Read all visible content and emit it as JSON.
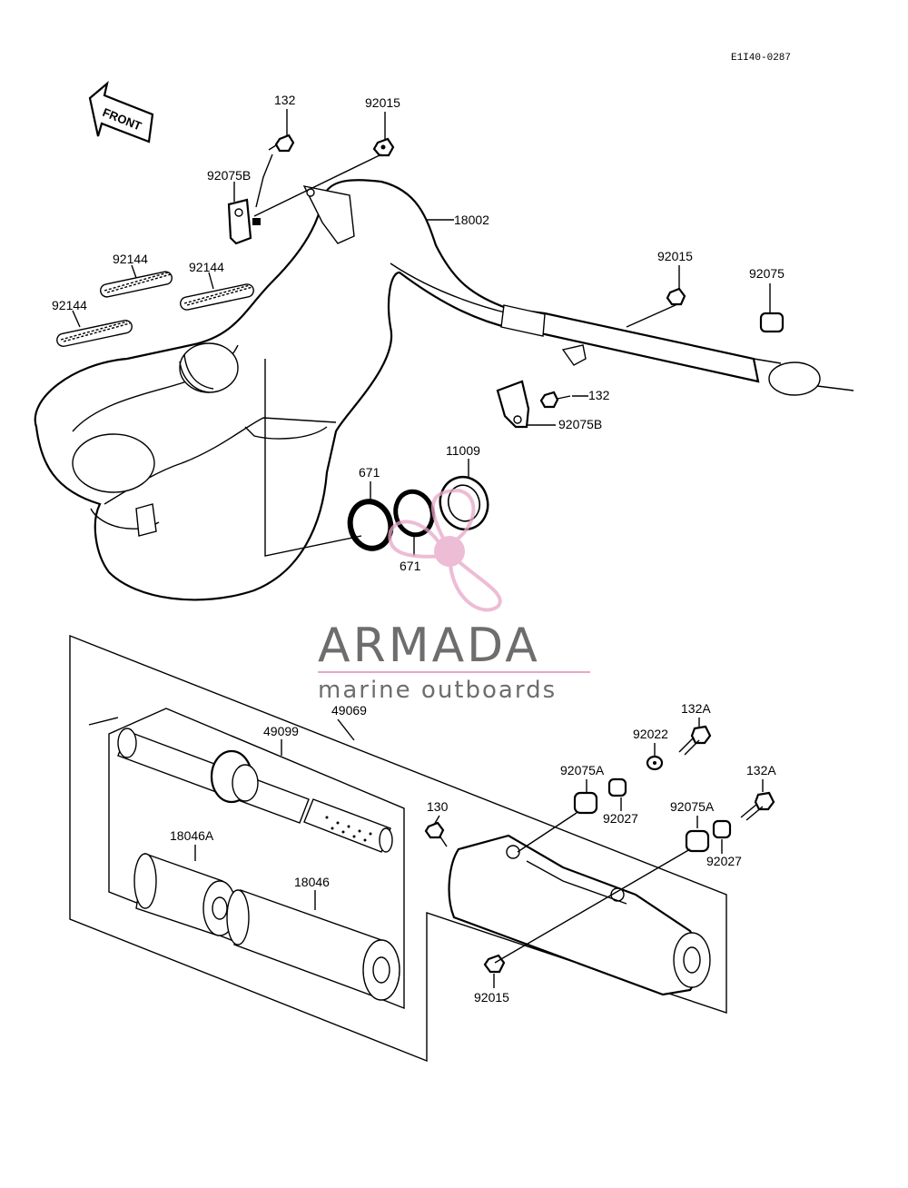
{
  "diagram": {
    "code": "E1I40-0287",
    "front_label": "FRONT",
    "parts": {
      "p132_top": "132",
      "p92015_top": "92015",
      "p92075B_top": "92075B",
      "p18002": "18002",
      "p92144_a": "92144",
      "p92144_b": "92144",
      "p92144_c": "92144",
      "p92015_right": "92015",
      "p92075_right": "92075",
      "p132_mid": "132",
      "p92075B_mid": "92075B",
      "p671_a": "671",
      "p671_b": "671",
      "p11009": "11009",
      "p49069": "49069",
      "p49099": "49099",
      "p132A_a": "132A",
      "p92022": "92022",
      "p92075A_a": "92075A",
      "p92027_a": "92027",
      "p130": "130",
      "p132A_b": "132A",
      "p92075A_b": "92075A",
      "p92027_b": "92027",
      "p18046A": "18046A",
      "p18046": "18046",
      "p92015_bottom": "92015"
    }
  },
  "watermark": {
    "name": "ARMADA",
    "tagline": "marine outboards",
    "brand_color": "#6d6d6d",
    "accent_color": "#e8a6c8"
  }
}
